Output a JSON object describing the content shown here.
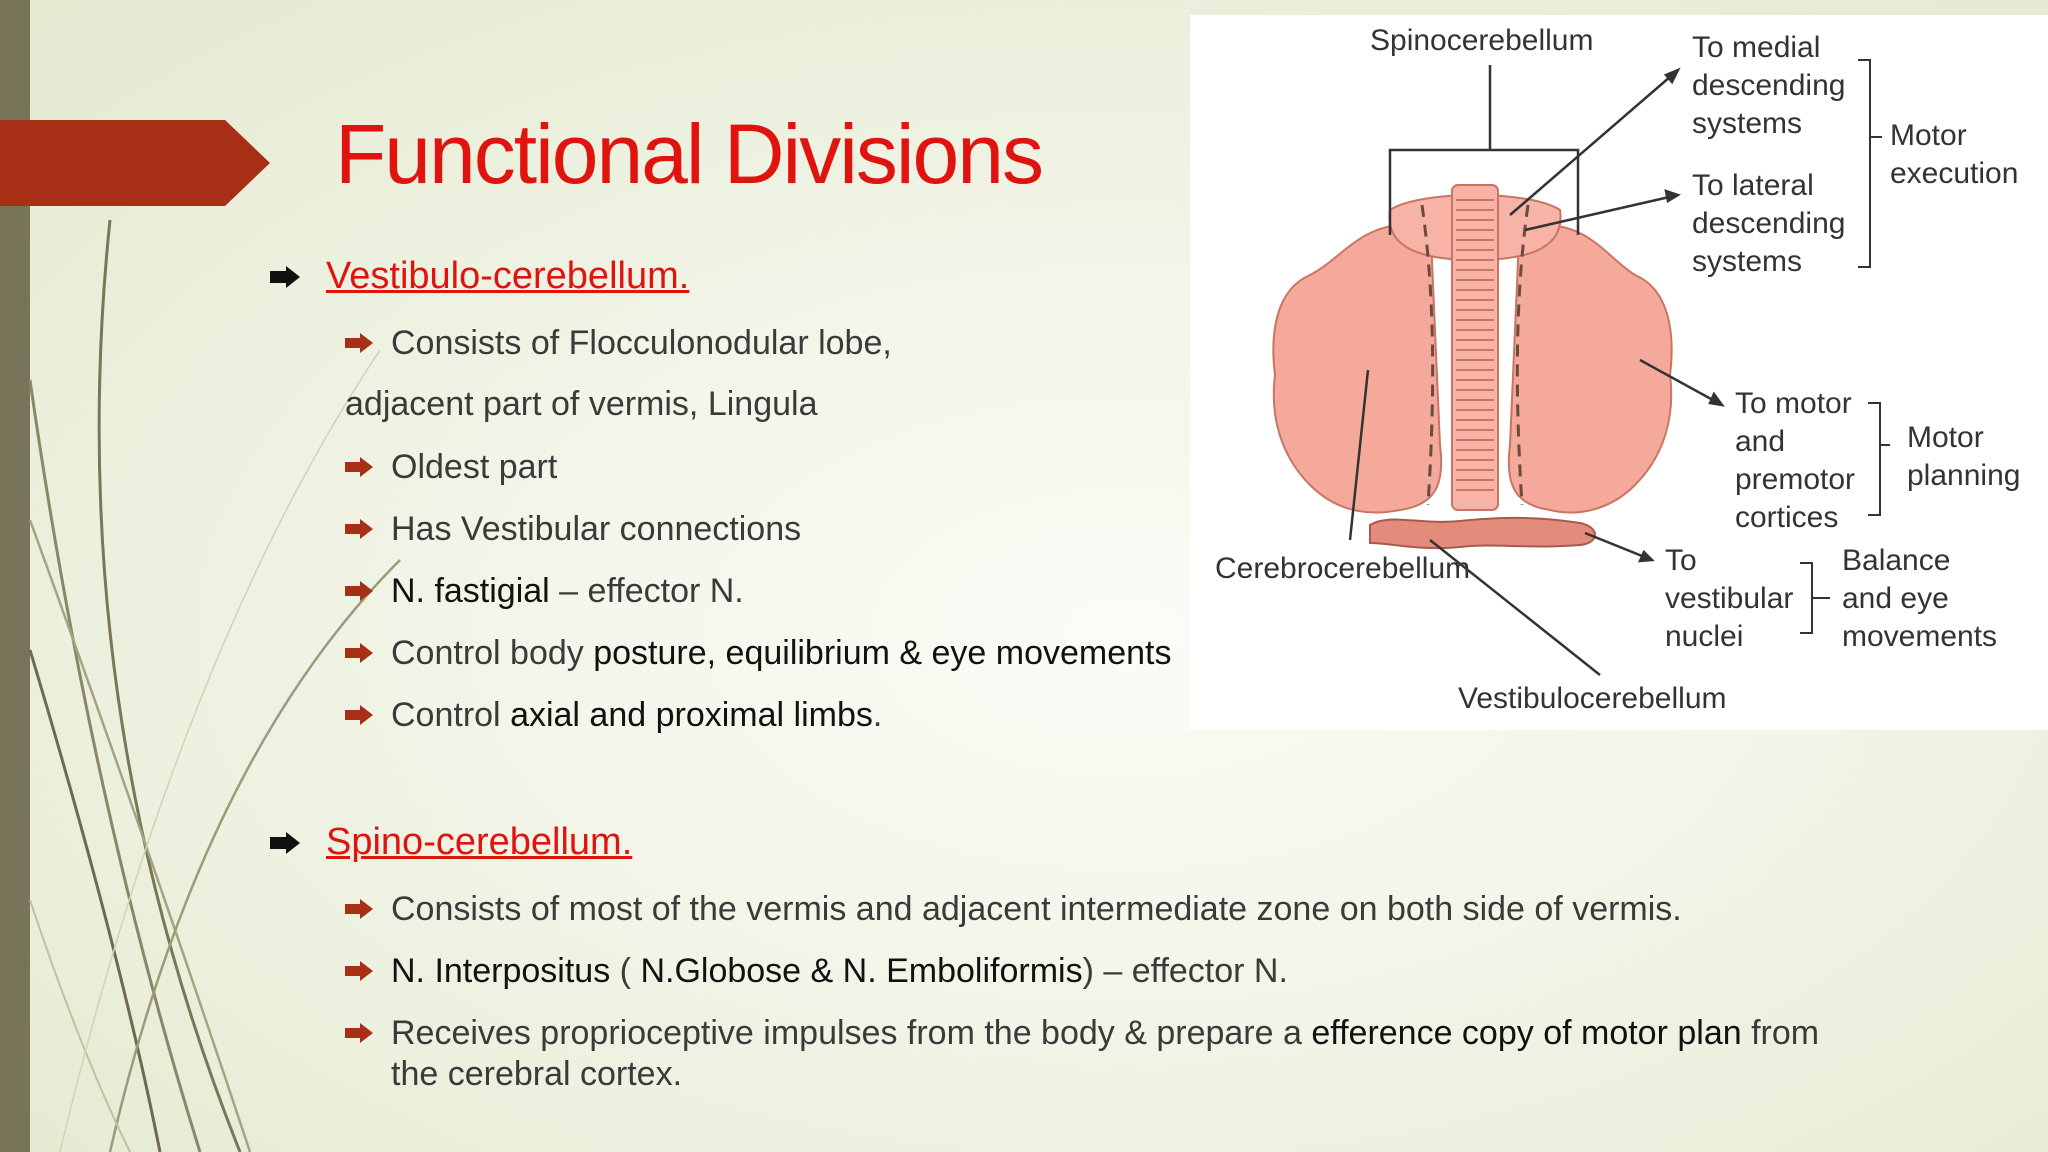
{
  "title": "Functional Divisions",
  "colors": {
    "accent": "#e0140f",
    "arrow_banner": "#a62f16",
    "left_bar": "#78745a",
    "brain": "#f5a99a"
  },
  "sections": [
    {
      "heading": "Vestibulo-cerebellum.",
      "items": [
        {
          "text": "Consists of Flocculonodular lobe,"
        },
        {
          "text": "adjacent part of vermis, Lingula",
          "plain": true
        },
        {
          "text": "Oldest part"
        },
        {
          "text": "Has Vestibular connections"
        },
        {
          "bold": "N. fastigial",
          "rest": " – effector N."
        },
        {
          "pre": "Control body ",
          "bold": "posture, equilibrium & eye movements"
        },
        {
          "pre": "Control ",
          "bold": "axial and proximal limbs",
          "rest": "."
        }
      ]
    },
    {
      "heading": "Spino-cerebellum.",
      "items": [
        {
          "text": "Consists of most of the vermis and adjacent intermediate zone on both side of vermis."
        },
        {
          "bold": "N. Interpositus",
          "mid": " ( ",
          "bold2": "N.Globose & N. Emboliformis",
          "rest": ") – effector N."
        },
        {
          "pre": "Receives proprioceptive impulses from the body & prepare a ",
          "bold": "efference copy of motor plan",
          "rest": " from",
          "line2": "the cerebral cortex."
        }
      ]
    }
  ],
  "diagram": {
    "spinocerebellum": "Spinocerebellum",
    "medial": [
      "To medial",
      "descending",
      "systems"
    ],
    "lateral": [
      "To lateral",
      "descending",
      "systems"
    ],
    "motor_execution": [
      "Motor",
      "execution"
    ],
    "motor_cortices": [
      "To motor",
      "and",
      "premotor",
      "cortices"
    ],
    "motor_planning": [
      "Motor",
      "planning"
    ],
    "vestibular": [
      "To",
      "vestibular",
      "nuclei"
    ],
    "balance": [
      "Balance",
      "and eye",
      "movements"
    ],
    "cerebrocerebellum": "Cerebrocerebellum",
    "vestibulocerebellum": "Vestibulocerebellum"
  }
}
